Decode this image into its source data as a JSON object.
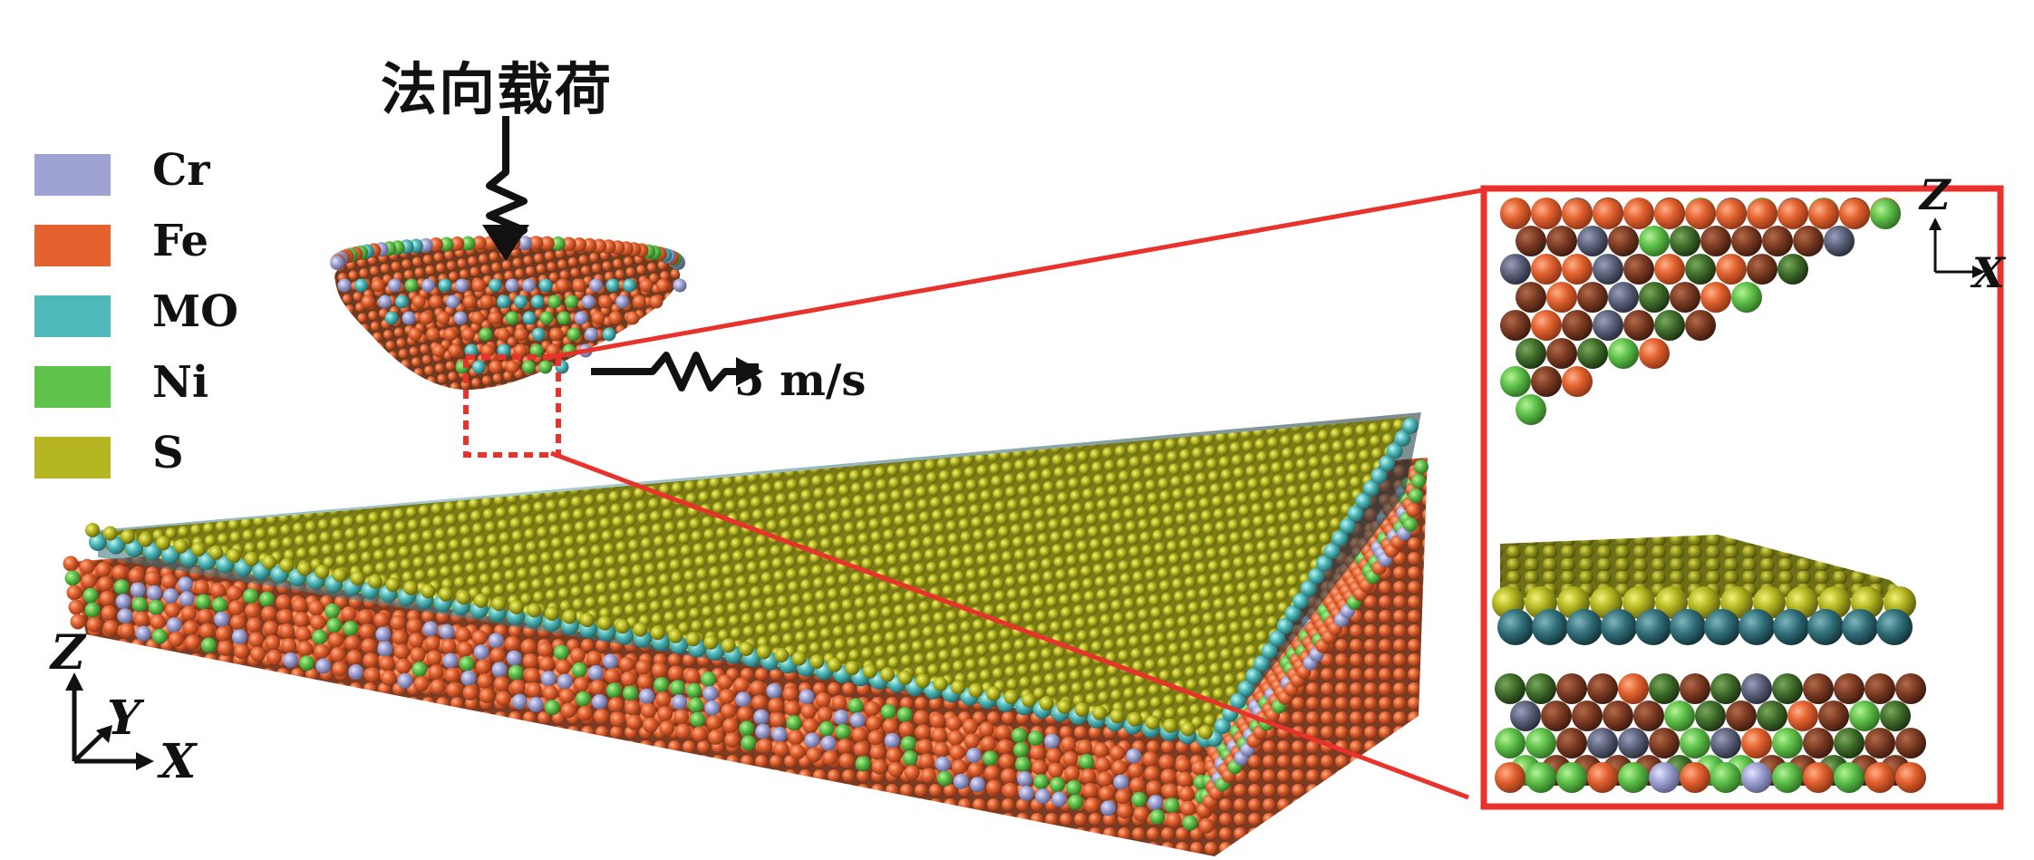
{
  "load_label": "法向载荷",
  "velocity_label": "5 m/s",
  "legend": [
    {
      "label": "Cr",
      "color": "#9fa3d2"
    },
    {
      "label": "Fe",
      "color": "#e3622f"
    },
    {
      "label": "MO",
      "color": "#4fb8b9"
    },
    {
      "label": "Ni",
      "color": "#5fc24a"
    },
    {
      "label": "S",
      "color": "#b5b621"
    }
  ],
  "main_axes": {
    "z": "Z",
    "y": "Y",
    "x": "X"
  },
  "inset_axes": {
    "z": "Z",
    "x": "X"
  },
  "colors": {
    "highlight": "#e8322b",
    "arrow": "#111111",
    "s_top": "#c3c326",
    "s_dark": "#6e7018",
    "mo_edge": "#56c4c4",
    "fe_dark": "#7a3a22",
    "ni_dark": "#3f6b2a",
    "cr_dark": "#5a6078"
  }
}
